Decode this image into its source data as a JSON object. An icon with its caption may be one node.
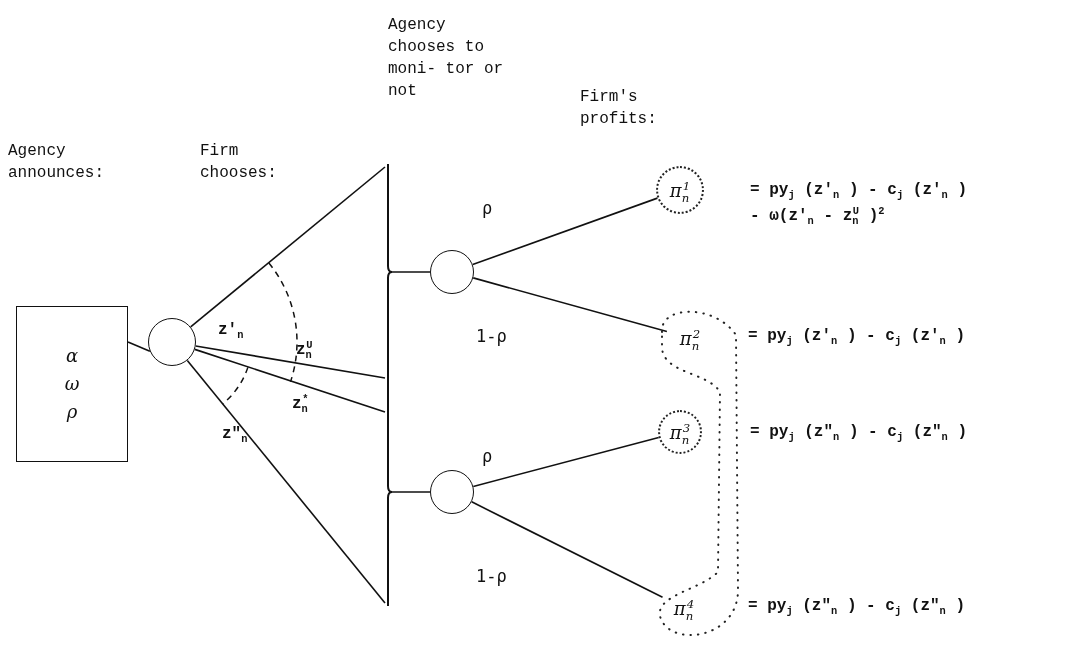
{
  "diagram": {
    "nodes": [
      {
        "text": [
          "α ω ρ"
        ]
      },
      {
        "text": [],
        "shape": "circle"
      },
      {
        "text": [],
        "shape": "bar"
      },
      {
        "text": [],
        "shape": "circle"
      },
      {
        "text": [],
        "shape": "circle"
      },
      {
        "text": [
          "π$_{n}$$^{1}$"
        ],
        "beside": [
          "= py$_{j}$ (z'$_{n}$ ) - c$_{j}$ (z'$_{n}$ )",
          "- ω(z'$_{n}$ - z$_{n}$$^{U}$ )$^{2}$"
        ]
      },
      {
        "text": [
          "π$_{n}$$^{2}$"
        ],
        "beside": [
          "= py$_{j}$ (z'$_{n}$ ) - c$_{j}$ (z'$_{n}$ )"
        ]
      },
      {
        "text": [
          "π$_{n}$$^{3}$"
        ],
        "beside": [
          "= py$_{j}$ (z\"$_{n}$ ) - c$_{j}$ (z\"$_{n}$ )"
        ]
      },
      {
        "text": [
          "π$_{n}$$^{4}$"
        ],
        "beside": [
          "= py$_{j}$ (z\"$_{n}$ ) - c$_{j}$ (z\"$_{n}$ )"
        ]
      }
    ],
    "edges": [
      {
        "from": 0,
        "to": 1,
        "arrow": "none"
      },
      {
        "from": 1,
        "to": 2,
        "arrow": "none"
      },
      {
        "from": 1,
        "to": 2,
        "arrow": "none"
      },
      {
        "from": 1,
        "to": 2,
        "arrow": "none"
      },
      {
        "from": 1,
        "to": 2,
        "arrow": "none"
      },
      {
        "from": 2,
        "to": 3,
        "arrow": "none"
      },
      {
        "from": 2,
        "to": 4,
        "arrow": "none"
      },
      {
        "from": 3,
        "to": 5,
        "arrow": "none",
        "label": "ρ"
      },
      {
        "from": 3,
        "to": 6,
        "arrow": "none",
        "label": "1-ρ"
      },
      {
        "from": 4,
        "to": 7,
        "arrow": "none",
        "label": "ρ"
      },
      {
        "from": 4,
        "to": 8,
        "arrow": "none",
        "label": "1-ρ"
      }
    ],
    "labels": [
      "Agency chooses to moni- tor or not",
      "Firm's profits:",
      "Agency announces:",
      "Firm chooses:",
      "z'$_{n}$",
      "z$_{n}$$^{U}$",
      "z$_{n}$$^{*}$",
      "z\"$_{n}$"
    ]
  }
}
